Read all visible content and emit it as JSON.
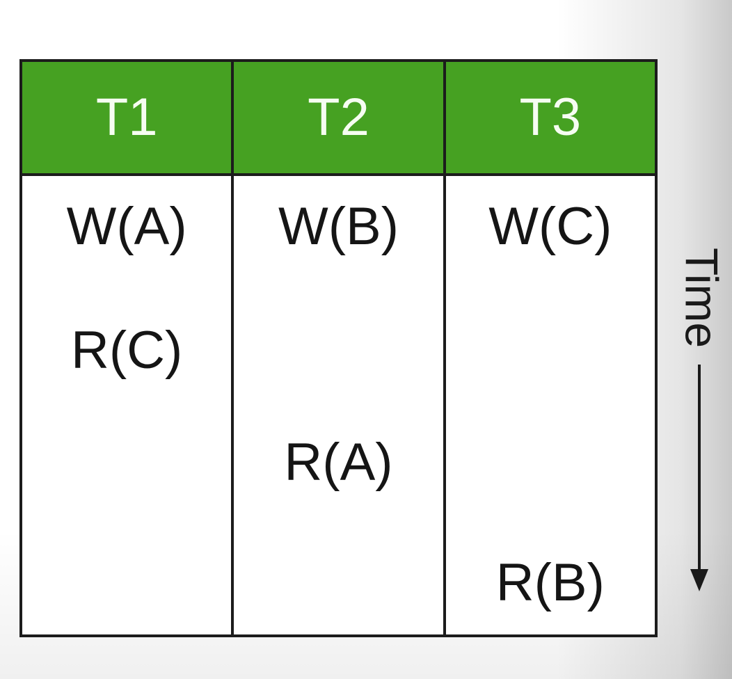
{
  "schedule": {
    "columns": [
      {
        "header": "T1",
        "operations": [
          {
            "label": "W(A)",
            "row": 1
          },
          {
            "label": "R(C)",
            "row": 2
          }
        ]
      },
      {
        "header": "T2",
        "operations": [
          {
            "label": "W(B)",
            "row": 1
          },
          {
            "label": "R(A)",
            "row": 3
          }
        ]
      },
      {
        "header": "T3",
        "operations": [
          {
            "label": "W(C)",
            "row": 1
          },
          {
            "label": "R(B)",
            "row": 4
          }
        ]
      }
    ]
  },
  "time_axis": {
    "label": "Time",
    "direction": "down"
  },
  "colors": {
    "header_bg": "#46a122",
    "header_text": "#f6fdf2",
    "border": "#1c1c1c",
    "body_text": "#151515",
    "page_edge_shadow": "#c9c9c9"
  }
}
